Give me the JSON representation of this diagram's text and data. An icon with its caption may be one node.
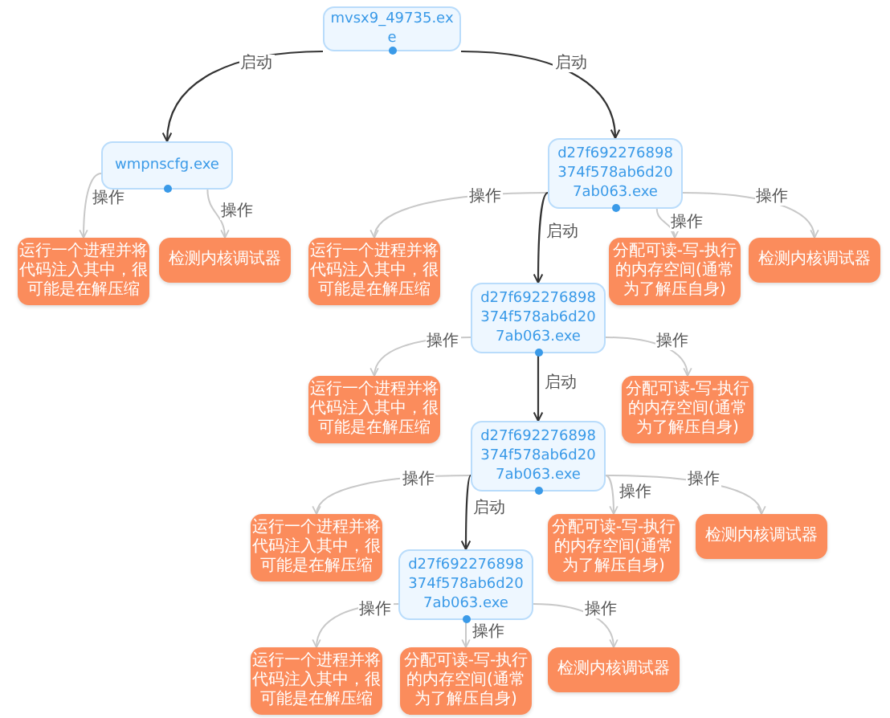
{
  "diagram": {
    "nodes": [
      {
        "text": [
          "mvsx9_49735.exe"
        ]
      },
      {
        "text": [
          "wmpnscfg.exe"
        ]
      },
      {
        "text": [
          "d27f692276898374f578ab6d207ab063.exe"
        ]
      },
      {
        "text": [
          "运行一个进程并将代码注入其中，很可能是在解压缩"
        ]
      },
      {
        "text": [
          "检测内核调试器"
        ]
      },
      {
        "text": [
          "运行一个进程并将代码注入其中，很可能是在解压缩"
        ]
      },
      {
        "text": [
          "分配可读-写-执行的内存空间(通常为了解压自身)"
        ]
      },
      {
        "text": [
          "检测内核调试器"
        ]
      },
      {
        "text": [
          "d27f692276898374f578ab6d207ab063.exe"
        ]
      },
      {
        "text": [
          "运行一个进程并将代码注入其中，很可能是在解压缩"
        ]
      },
      {
        "text": [
          "分配可读-写-执行的内存空间(通常为了解压自身)"
        ]
      },
      {
        "text": [
          "d27f692276898374f578ab6d207ab063.exe"
        ]
      },
      {
        "text": [
          "运行一个进程并将代码注入其中，很可能是在解压缩"
        ]
      },
      {
        "text": [
          "分配可读-写-执行的内存空间(通常为了解压自身)"
        ]
      },
      {
        "text": [
          "检测内核调试器"
        ]
      },
      {
        "text": [
          "d27f692276898374f578ab6d207ab063.exe"
        ]
      },
      {
        "text": [
          "运行一个进程并将代码注入其中，很可能是在解压缩"
        ]
      },
      {
        "text": [
          "分配可读-写-执行的内存空间(通常为了解压自身)"
        ]
      },
      {
        "text": [
          "检测内核调试器"
        ]
      }
    ],
    "edges": [
      {
        "from": 0,
        "to": 1,
        "arrow": "to",
        "label": "启动",
        "color": "#333333"
      },
      {
        "from": 0,
        "to": 2,
        "arrow": "to",
        "label": "启动",
        "color": "#333333"
      },
      {
        "from": 1,
        "to": 3,
        "arrow": "to",
        "label": "操作"
      },
      {
        "from": 1,
        "to": 4,
        "arrow": "to",
        "label": "操作"
      },
      {
        "from": 2,
        "to": 5,
        "arrow": "to",
        "label": "操作"
      },
      {
        "from": 2,
        "to": 8,
        "arrow": "to",
        "label": "启动",
        "color": "#333333"
      },
      {
        "from": 2,
        "to": 6,
        "arrow": "to",
        "label": "操作"
      },
      {
        "from": 2,
        "to": 7,
        "arrow": "to",
        "label": "操作"
      },
      {
        "from": 8,
        "to": 9,
        "arrow": "to",
        "label": "操作"
      },
      {
        "from": 8,
        "to": 11,
        "arrow": "to",
        "label": "启动",
        "color": "#333333"
      },
      {
        "from": 8,
        "to": 10,
        "arrow": "to",
        "label": "操作"
      },
      {
        "from": 11,
        "to": 12,
        "arrow": "to",
        "label": "操作"
      },
      {
        "from": 11,
        "to": 15,
        "arrow": "to",
        "label": "启动",
        "color": "#333333"
      },
      {
        "from": 11,
        "to": 13,
        "arrow": "to",
        "label": "操作"
      },
      {
        "from": 11,
        "to": 14,
        "arrow": "to",
        "label": "操作"
      },
      {
        "from": 15,
        "to": 16,
        "arrow": "to",
        "label": "操作"
      },
      {
        "from": 15,
        "to": 17,
        "arrow": "to",
        "label": "操作"
      },
      {
        "from": 15,
        "to": 18,
        "arrow": "to",
        "label": "操作"
      }
    ]
  }
}
